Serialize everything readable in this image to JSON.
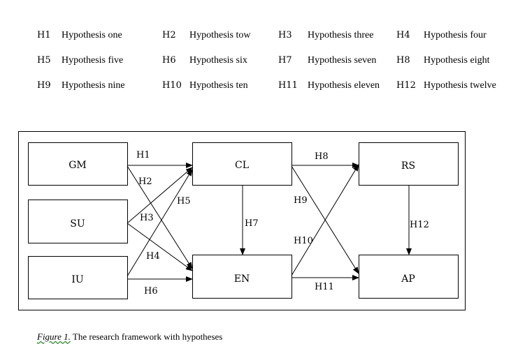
{
  "legend": [
    {
      "code": "H1",
      "text": "Hypothesis one"
    },
    {
      "code": "H2",
      "text": "Hypothesis tow"
    },
    {
      "code": "H3",
      "text": "Hypothesis three"
    },
    {
      "code": "H4",
      "text": "Hypothesis four"
    },
    {
      "code": "H5",
      "text": "Hypothesis five"
    },
    {
      "code": "H6",
      "text": "Hypothesis six"
    },
    {
      "code": "H7",
      "text": "Hypothesis seven"
    },
    {
      "code": "H8",
      "text": "Hypothesis eight"
    },
    {
      "code": "H9",
      "text": "Hypothesis nine"
    },
    {
      "code": "H10",
      "text": "Hypothesis ten"
    },
    {
      "code": "H11",
      "text": "Hypothesis eleven"
    },
    {
      "code": "H12",
      "text": "Hypothesis twelve"
    }
  ],
  "nodes": {
    "gm": "GM",
    "su": "SU",
    "iu": "IU",
    "cl": "CL",
    "en": "EN",
    "rs": "RS",
    "ap": "AP"
  },
  "edges": {
    "h1": "H1",
    "h2": "H2",
    "h3": "H3",
    "h4": "H4",
    "h5": "H5",
    "h6": "H6",
    "h7": "H7",
    "h8": "H8",
    "h9": "H9",
    "h10": "H10",
    "h11": "H11",
    "h12": "H12"
  },
  "caption": {
    "figure": "Figure 1.",
    "text": " The research framework with hypotheses"
  }
}
